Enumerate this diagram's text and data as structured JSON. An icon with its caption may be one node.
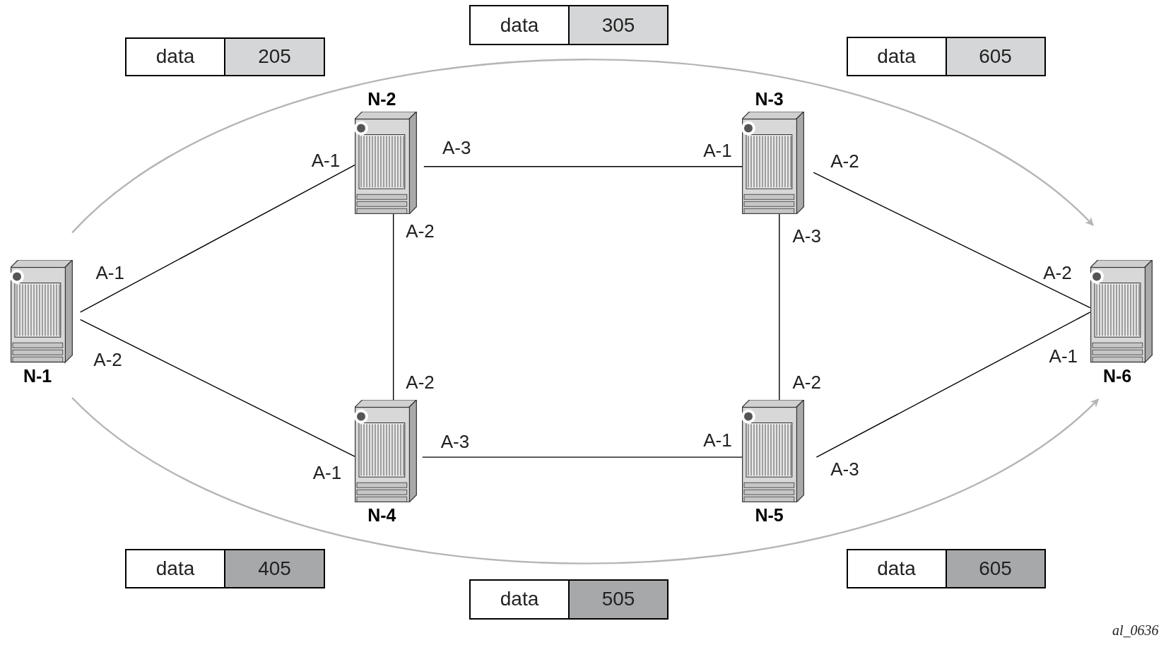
{
  "diagram": {
    "nodes": [
      {
        "text": [
          "data",
          "305"
        ]
      },
      {
        "text": [
          "data",
          "205"
        ]
      },
      {
        "text": [
          "data",
          "605"
        ]
      },
      {
        "text": [
          "N-2"
        ]
      },
      {
        "text": [
          "N-3"
        ]
      },
      {
        "text": [
          "N-1"
        ]
      },
      {
        "text": [
          "N-6"
        ]
      },
      {
        "text": [
          "N-4"
        ]
      },
      {
        "text": [
          "N-5"
        ]
      },
      {
        "text": [
          "data",
          "405"
        ]
      },
      {
        "text": [
          "data",
          "605"
        ]
      },
      {
        "text": [
          "data",
          "505"
        ]
      }
    ],
    "edges": [
      {
        "from": 5,
        "to": 3,
        "arrow": "none"
      },
      {
        "from": 5,
        "to": 7,
        "arrow": "none"
      },
      {
        "from": 3,
        "to": 4,
        "arrow": "none"
      },
      {
        "from": 3,
        "to": 7,
        "arrow": "none"
      },
      {
        "from": 4,
        "to": 8,
        "arrow": "none"
      },
      {
        "from": 4,
        "to": 6,
        "arrow": "none"
      },
      {
        "from": 7,
        "to": 8,
        "arrow": "none"
      },
      {
        "from": 8,
        "to": 6,
        "arrow": "none"
      },
      {
        "from": 5,
        "to": 6,
        "arrow": "to",
        "color": "#b5b5b5"
      },
      {
        "from": 5,
        "to": 6,
        "arrow": "to",
        "color": "#b5b5b5"
      }
    ],
    "labels": [
      "A-3",
      "A-1",
      "A-1",
      "A-2",
      "A-2",
      "A-3",
      "A-1",
      "A-2",
      "A-1",
      "A-2",
      "A-2",
      "A-2",
      "A-1",
      "A-3",
      "A-3",
      "A-1",
      "al_0636"
    ]
  }
}
